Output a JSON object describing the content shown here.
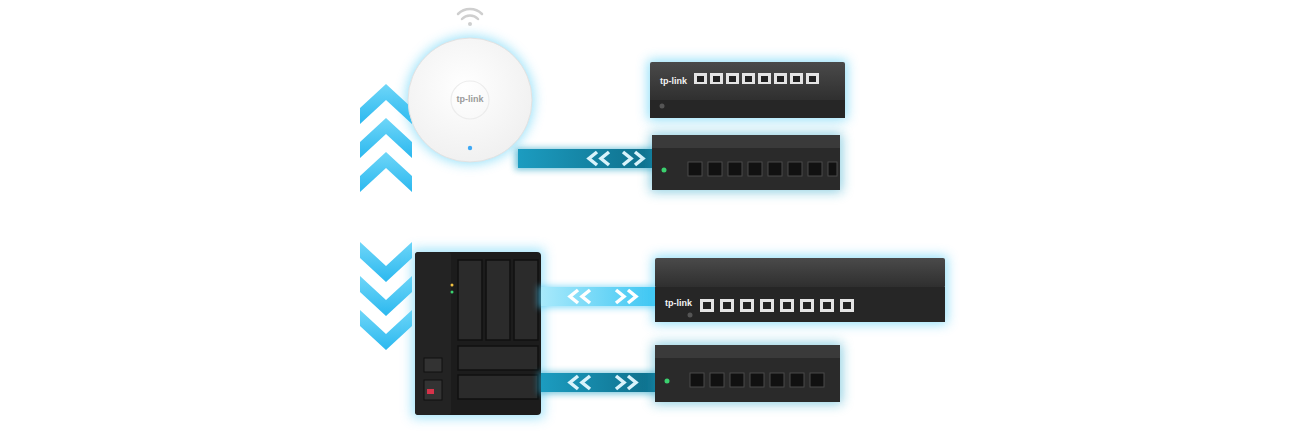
{
  "diagram": {
    "nodes": [
      {
        "text": [
          "tp-link"
        ]
      },
      {
        "text": [
          "tp-link"
        ]
      },
      {
        "text": [
          "tp-link"
        ]
      }
    ],
    "edges": [
      {
        "from": 0,
        "to": 1,
        "arrow": "both"
      }
    ]
  }
}
